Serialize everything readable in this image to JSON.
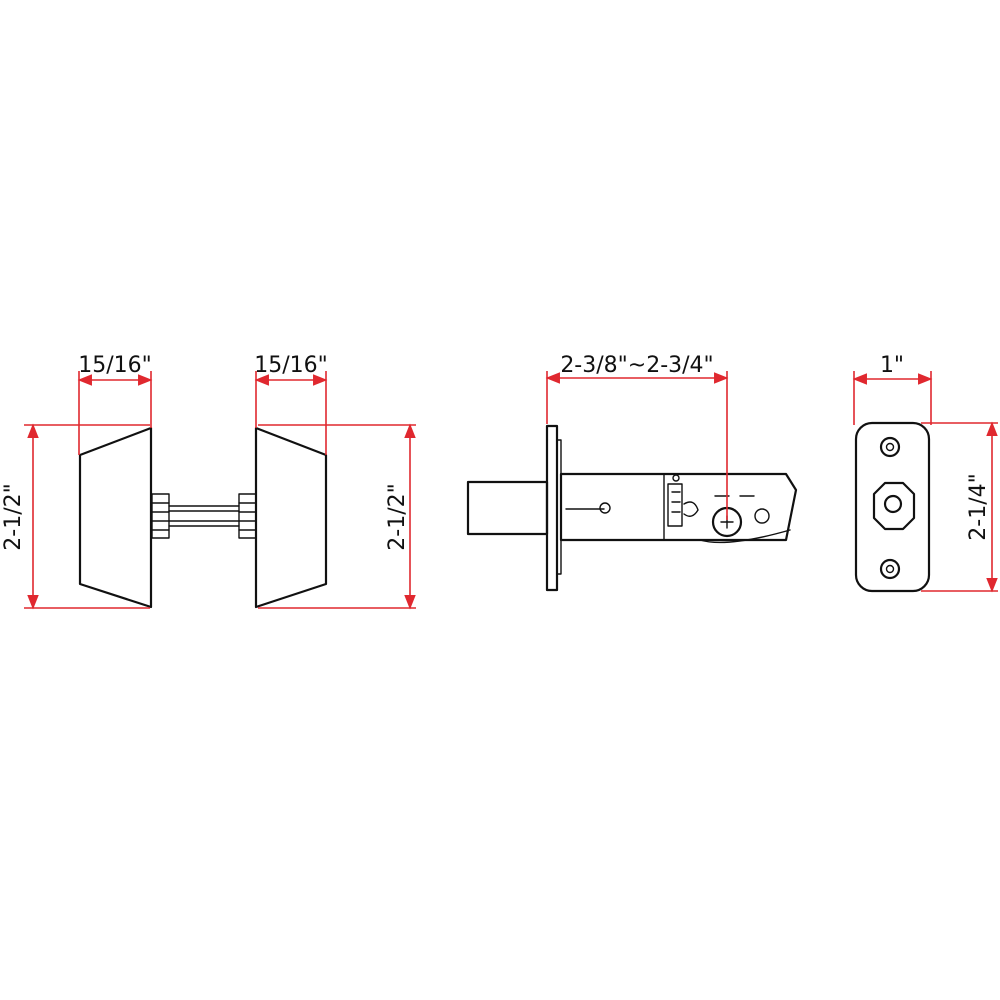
{
  "colors": {
    "ink": "#111111",
    "dimension": "#e0282f",
    "background": "#ffffff"
  },
  "dimensions": {
    "exterior_width": "15/16\"",
    "exterior_height": "2-1/2\"",
    "interior_width": "15/16\"",
    "interior_height": "2-1/2\"",
    "latch_backset": "2-3/8\"~2-3/4\"",
    "strike_width": "1\"",
    "strike_height": "2-1/4\""
  }
}
